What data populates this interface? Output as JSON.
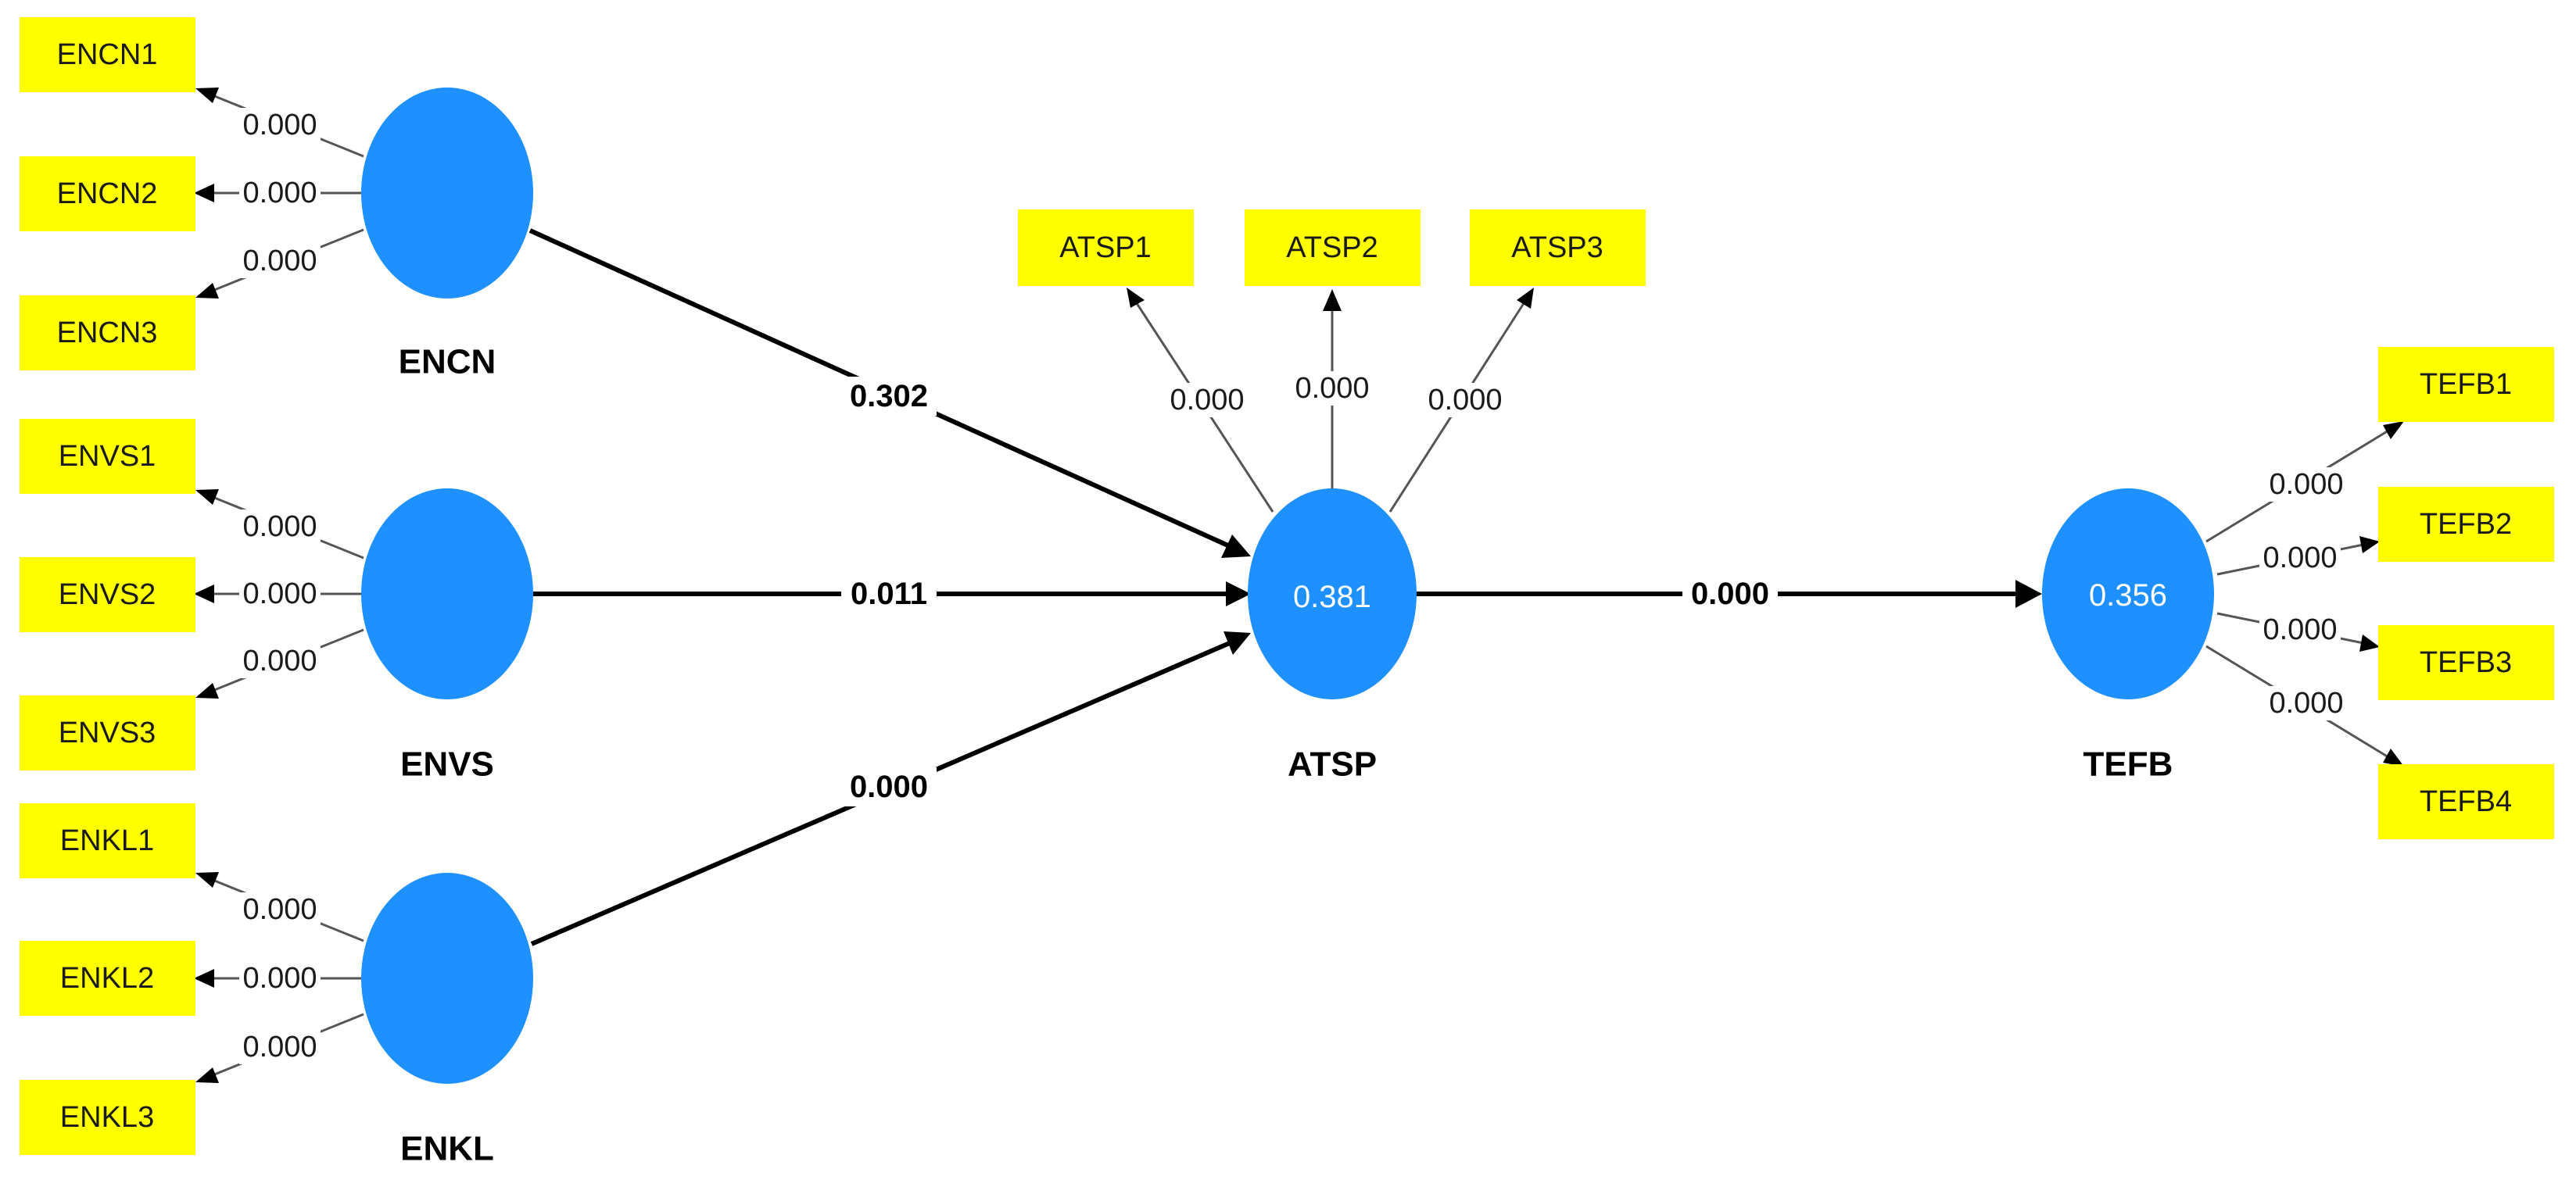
{
  "diagram": {
    "latent": {
      "ENCN": {
        "name": "ENCN",
        "value": ""
      },
      "ENVS": {
        "name": "ENVS",
        "value": ""
      },
      "ENKL": {
        "name": "ENKL",
        "value": ""
      },
      "ATSP": {
        "name": "ATSP",
        "value": "0.381"
      },
      "TEFB": {
        "name": "TEFB",
        "value": "0.356"
      }
    },
    "indicators": {
      "ENCN1": "ENCN1",
      "ENCN2": "ENCN2",
      "ENCN3": "ENCN3",
      "ENVS1": "ENVS1",
      "ENVS2": "ENVS2",
      "ENVS3": "ENVS3",
      "ENKL1": "ENKL1",
      "ENKL2": "ENKL2",
      "ENKL3": "ENKL3",
      "ATSP1": "ATSP1",
      "ATSP2": "ATSP2",
      "ATSP3": "ATSP3",
      "TEFB1": "TEFB1",
      "TEFB2": "TEFB2",
      "TEFB3": "TEFB3",
      "TEFB4": "TEFB4"
    },
    "outer_loadings": {
      "ENCN1": "0.000",
      "ENCN2": "0.000",
      "ENCN3": "0.000",
      "ENVS1": "0.000",
      "ENVS2": "0.000",
      "ENVS3": "0.000",
      "ENKL1": "0.000",
      "ENKL2": "0.000",
      "ENKL3": "0.000",
      "ATSP1": "0.000",
      "ATSP2": "0.000",
      "ATSP3": "0.000",
      "TEFB1": "0.000",
      "TEFB2": "0.000",
      "TEFB3": "0.000",
      "TEFB4": "0.000"
    },
    "paths": {
      "ENCN_ATSP": "0.302",
      "ENVS_ATSP": "0.011",
      "ENKL_ATSP": "0.000",
      "ATSP_TEFB": "0.000"
    }
  },
  "colors": {
    "latent_fill": "#1e90ff",
    "indicator_fill": "#ffff00"
  }
}
